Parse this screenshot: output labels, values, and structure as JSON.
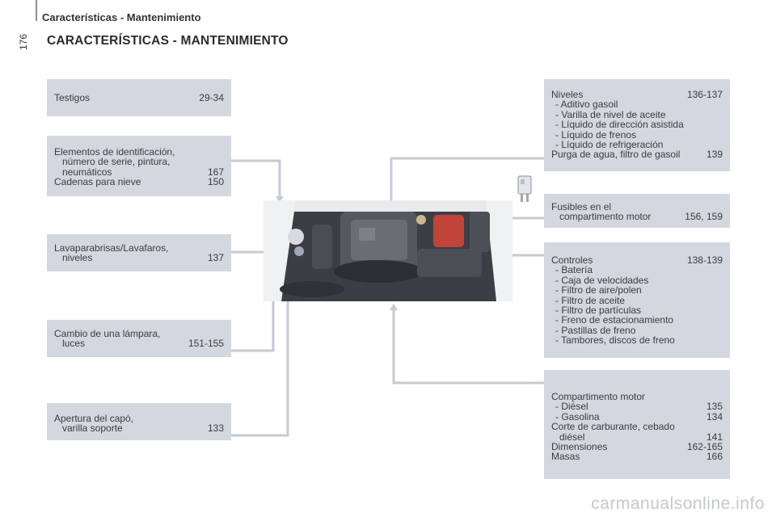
{
  "header": {
    "section": "Características - Mantenimiento",
    "page_number": "176",
    "title": "CARACTERÍSTICAS - MANTENIMIENTO"
  },
  "left_boxes": {
    "testigos": {
      "label": "Testigos",
      "pages": "29-34"
    },
    "identificacion": {
      "line1": "Elementos de identificación,",
      "line2": "número de serie, pintura,",
      "line3": "neumáticos",
      "line3_pages": "167",
      "line4": "Cadenas para nieve",
      "line4_pages": "150"
    },
    "lavaparabrisas": {
      "line1": "Lavaparabrisas/Lavafaros,",
      "line2": "niveles",
      "pages": "137"
    },
    "lampara": {
      "line1": "Cambio de una lámpara,",
      "line2": "luces",
      "pages": "151-155"
    },
    "capo": {
      "line1": "Apertura del capó,",
      "line2": "varilla soporte",
      "pages": "133"
    }
  },
  "right_boxes": {
    "niveles": {
      "label": "Niveles",
      "pages": "136-137",
      "items": [
        "-  Aditivo gasoil",
        "-  Varilla de nivel de aceite",
        "-  Líquido de dirección asistida",
        "-  Líquido de frenos",
        "-  Líquido de refrigeración"
      ],
      "purga": "Purga de agua, filtro de gasoil",
      "purga_pages": "139"
    },
    "fusibles": {
      "line1": "Fusibles en el",
      "line2": "compartimento motor",
      "pages": "156, 159"
    },
    "controles": {
      "label": "Controles",
      "pages": "138-139",
      "items": [
        "-  Batería",
        "-  Caja de velocidades",
        "-  Filtro de aire/polen",
        "-  Filtro de aceite",
        "-  Filtro de partículas",
        "-  Freno de estacionamiento",
        "-  Pastillas de freno",
        "-  Tambores, discos de freno"
      ]
    },
    "compartimento": {
      "label": "Compartimento motor",
      "diesel": "-  Diésel",
      "diesel_pages": "135",
      "gasolina": "-  Gasolina",
      "gasolina_pages": "134",
      "corte1": "Corte de carburante, cebado",
      "corte2": "diésel",
      "corte_pages": "141",
      "dimensiones": "Dimensiones",
      "dimensiones_pages": "162-165",
      "masas": "Masas",
      "masas_pages": "166"
    }
  },
  "watermark": "carmanualsonline.info",
  "colors": {
    "box": "#d3d7df",
    "line": "#c6cad2",
    "battery": "#c0443a"
  }
}
